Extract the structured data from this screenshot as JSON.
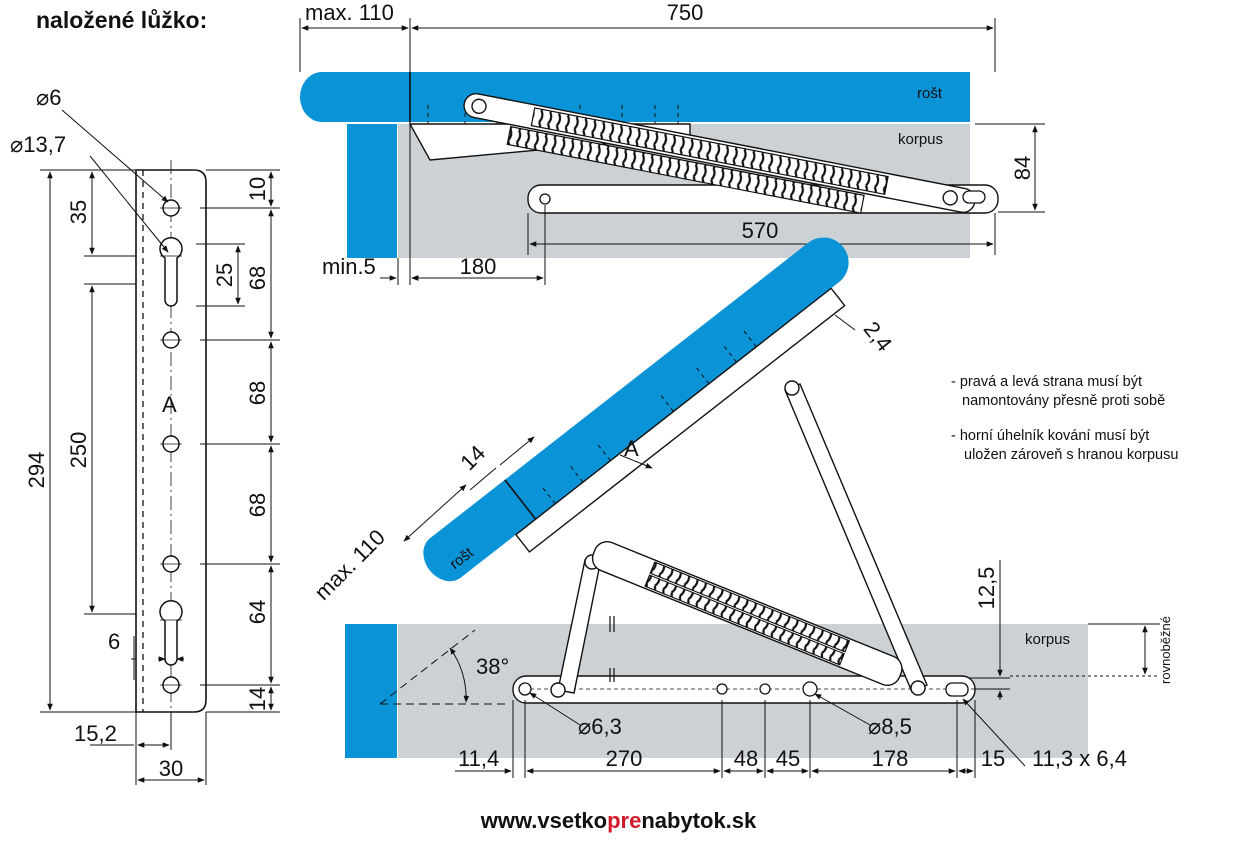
{
  "heading": "naložené lůžko:",
  "labels": {
    "rost_top": "rošt",
    "korpus_top": "korpus",
    "rost_bottom": "rošt",
    "korpus_bottom": "korpus",
    "plate_letter": "A",
    "arrow_letter": "A",
    "rovnobezne": "rovnoběžné"
  },
  "plate_dims": {
    "hole6": "⌀6",
    "hole13": "⌀13,7",
    "d35": "35",
    "d25": "25",
    "d10": "10",
    "d68a": "68",
    "d68b": "68",
    "d68c": "68",
    "d64": "64",
    "d14": "14",
    "d294": "294",
    "d250": "250",
    "d6": "6",
    "d15_2": "15,2",
    "d30": "30"
  },
  "top_dims": {
    "max110": "max. 110",
    "d750": "750",
    "d84": "84",
    "d570": "570",
    "min5": "min.5",
    "d180": "180"
  },
  "bottom_dims": {
    "d2_4": "2,4",
    "d14": "14",
    "max110": "max. 110",
    "d12_5": "12,5",
    "angle": "38°",
    "hole63": "⌀6,3",
    "hole85": "⌀8,5",
    "d11_4": "11,4",
    "d270": "270",
    "d48": "48",
    "d45": "45",
    "d178": "178",
    "d15": "15",
    "slot": "11,3 x 6,4"
  },
  "notes": [
    "- pravá a levá strana musí být",
    "namontovány přesně proti sobě",
    "- horní úhelník kování musí být",
    "uložen zároveň s hranou korpusu"
  ],
  "footer": {
    "pre": "www.vsetko",
    "highlight": "pre",
    "post": "nabytok.sk"
  },
  "colors": {
    "blue": "#0a93d6",
    "grey": "#ccd1d6",
    "red": "#d11a2a"
  }
}
